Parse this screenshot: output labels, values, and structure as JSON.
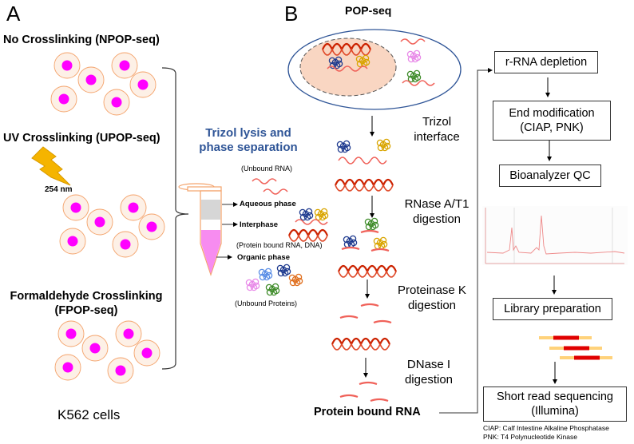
{
  "panel_a": {
    "letter": "A",
    "conditions": [
      {
        "label": "No Crosslinking (NPOP-seq)"
      },
      {
        "label": "UV Crosslinking (UPOP-seq)",
        "uv_label": "254 nm"
      },
      {
        "label_line1": "Formaldehyde Crosslinking",
        "label_line2": "(FPOP-seq)"
      }
    ],
    "cells_label": "K562 cells",
    "trizol": {
      "title_line1": "Trizol lysis and",
      "title_line2": "phase separation",
      "unbound_rna": "(Unbound RNA)",
      "aqueous": "Aqueous phase",
      "interphase": "Interphase",
      "protein_bound": "(Protein bound RNA, DNA)",
      "organic": "Organic phase",
      "unbound_proteins": "(Unbound Proteins)"
    }
  },
  "panel_b": {
    "letter": "B",
    "title": "POP-seq",
    "steps": [
      {
        "line1": "Trizol",
        "line2": "interface"
      },
      {
        "line1": "RNase A/T1",
        "line2": "digestion"
      },
      {
        "line1": "Proteinase K",
        "line2": "digestion"
      },
      {
        "line1": "DNase I",
        "line2": "digestion"
      }
    ],
    "result": "Protein bound RNA"
  },
  "workflow": {
    "rrna": "r-RNA depletion",
    "end_mod_line1": "End modification",
    "end_mod_line2": "(CIAP, PNK)",
    "qc": "Bioanalyzer QC",
    "library": "Library preparation",
    "seq_line1": "Short read sequencing",
    "seq_line2": "(Illumina)"
  },
  "footnotes": {
    "ciap": "CIAP: Calf Intestine Alkaline Phosphatase",
    "pnk": "PNK: T4 Polynucleotide Kinase"
  },
  "colors": {
    "nucleus": "#ff00ff",
    "cell_fill": "#fdf0e6",
    "cell_stroke": "#f4a36b",
    "rna": "#f0625a",
    "dna": "#cc2200",
    "title_blue": "#2f5597",
    "organic_phase": "#f78cf0",
    "aqueous_phase": "#d6d6d6",
    "lightning": "#f5b400",
    "read_red": "#e00000",
    "read_yellow": "#ffd27a"
  }
}
